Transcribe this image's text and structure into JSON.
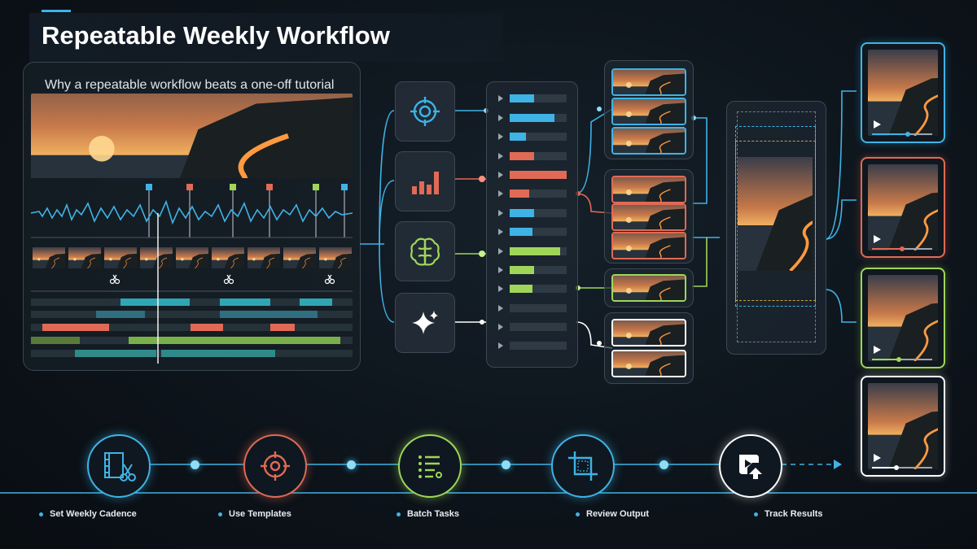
{
  "title": "Repeatable Weekly Workflow",
  "subtitle": "Why a repeatable workflow beats a one-off tutorial",
  "colors": {
    "accent": "#3fb3e6",
    "red": "#e06a55",
    "green": "#9fd65a",
    "white": "#ffffff",
    "teal": "#2fa6b5"
  },
  "editor": {
    "timecode_markers": 6,
    "cut_points": 3
  },
  "tools": [
    {
      "icon": "target-icon",
      "color": "#3fb3e6"
    },
    {
      "icon": "bar-chart-icon",
      "color": "#e06a55"
    },
    {
      "icon": "brain-icon",
      "color": "#9fd65a"
    },
    {
      "icon": "sparkle-icon",
      "color": "#ffffff"
    }
  ],
  "output_cards": [
    {
      "color": "#3fb3e6",
      "progress": 0.6
    },
    {
      "color": "#e06a55",
      "progress": 0.5
    },
    {
      "color": "#9fd65a",
      "progress": 0.45
    },
    {
      "color": "#ffffff",
      "progress": 0.4
    }
  ],
  "steps": [
    {
      "label": "Set Weekly Cadence",
      "icon": "film-scissors-icon",
      "color": "#3fb3e6"
    },
    {
      "label": "Use Templates",
      "icon": "target-icon",
      "color": "#e06a55"
    },
    {
      "label": "Batch Tasks",
      "icon": "checklist-icon",
      "color": "#9fd65a"
    },
    {
      "label": "Review Output",
      "icon": "crop-icon",
      "color": "#3fb3e6"
    },
    {
      "label": "Track Results",
      "icon": "play-upload-icon",
      "color": "#ffffff"
    }
  ]
}
